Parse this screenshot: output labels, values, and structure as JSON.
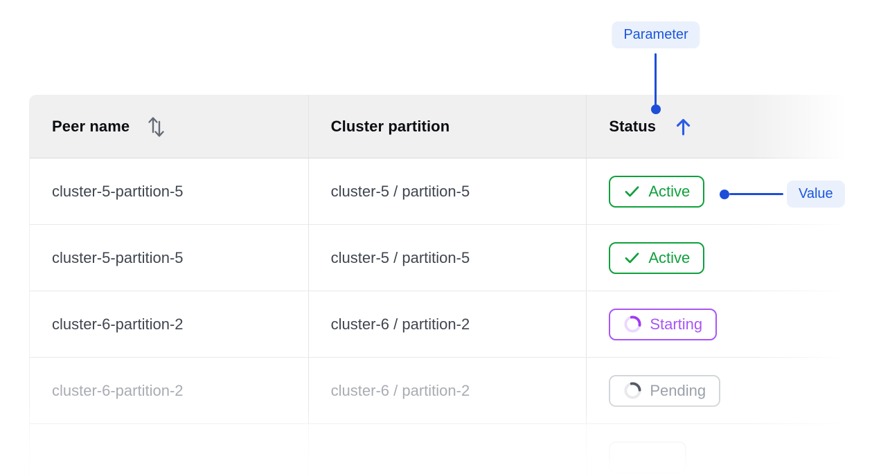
{
  "annotations": {
    "parameter": {
      "label": "Parameter"
    },
    "value": {
      "label": "Value"
    },
    "text_color": "#1A56DB",
    "line_color": "#1D4ED8",
    "pill_bg": "#EAF1FC"
  },
  "table": {
    "columns": [
      {
        "key": "peer_name",
        "label": "Peer name",
        "sort_icon": "sort-both"
      },
      {
        "key": "cluster_partition",
        "label": "Cluster partition",
        "sort_icon": "none"
      },
      {
        "key": "status",
        "label": "Status",
        "sort_icon": "arrow-up"
      }
    ],
    "rows": [
      {
        "peer_name": "cluster-5-partition-5",
        "cluster_partition": "cluster-5 / partition-5",
        "status": "Active",
        "status_kind": "active"
      },
      {
        "peer_name": "cluster-5-partition-5",
        "cluster_partition": "cluster-5 / partition-5",
        "status": "Active",
        "status_kind": "active"
      },
      {
        "peer_name": "cluster-6-partition-2",
        "cluster_partition": "cluster-6 / partition-2",
        "status": "Starting",
        "status_kind": "starting"
      },
      {
        "peer_name": "cluster-6-partition-2",
        "cluster_partition": "cluster-6 / partition-2",
        "status": "Pending",
        "status_kind": "pending",
        "muted": true
      },
      {
        "peer_name": "",
        "cluster_partition": "",
        "status": "",
        "status_kind": "cut",
        "cut": true
      }
    ],
    "status_styles": {
      "active": {
        "color": "#0FA03C"
      },
      "starting": {
        "color": "#A855F7",
        "spinner_track": "#EBD9FD"
      },
      "pending": {
        "border": "#D3D6DA",
        "text": "#9BA1AA",
        "spinner_arc": "#555B66"
      }
    },
    "header_bg": "#F0F0F1",
    "sort_arrow_color": "#2B5CE6"
  }
}
